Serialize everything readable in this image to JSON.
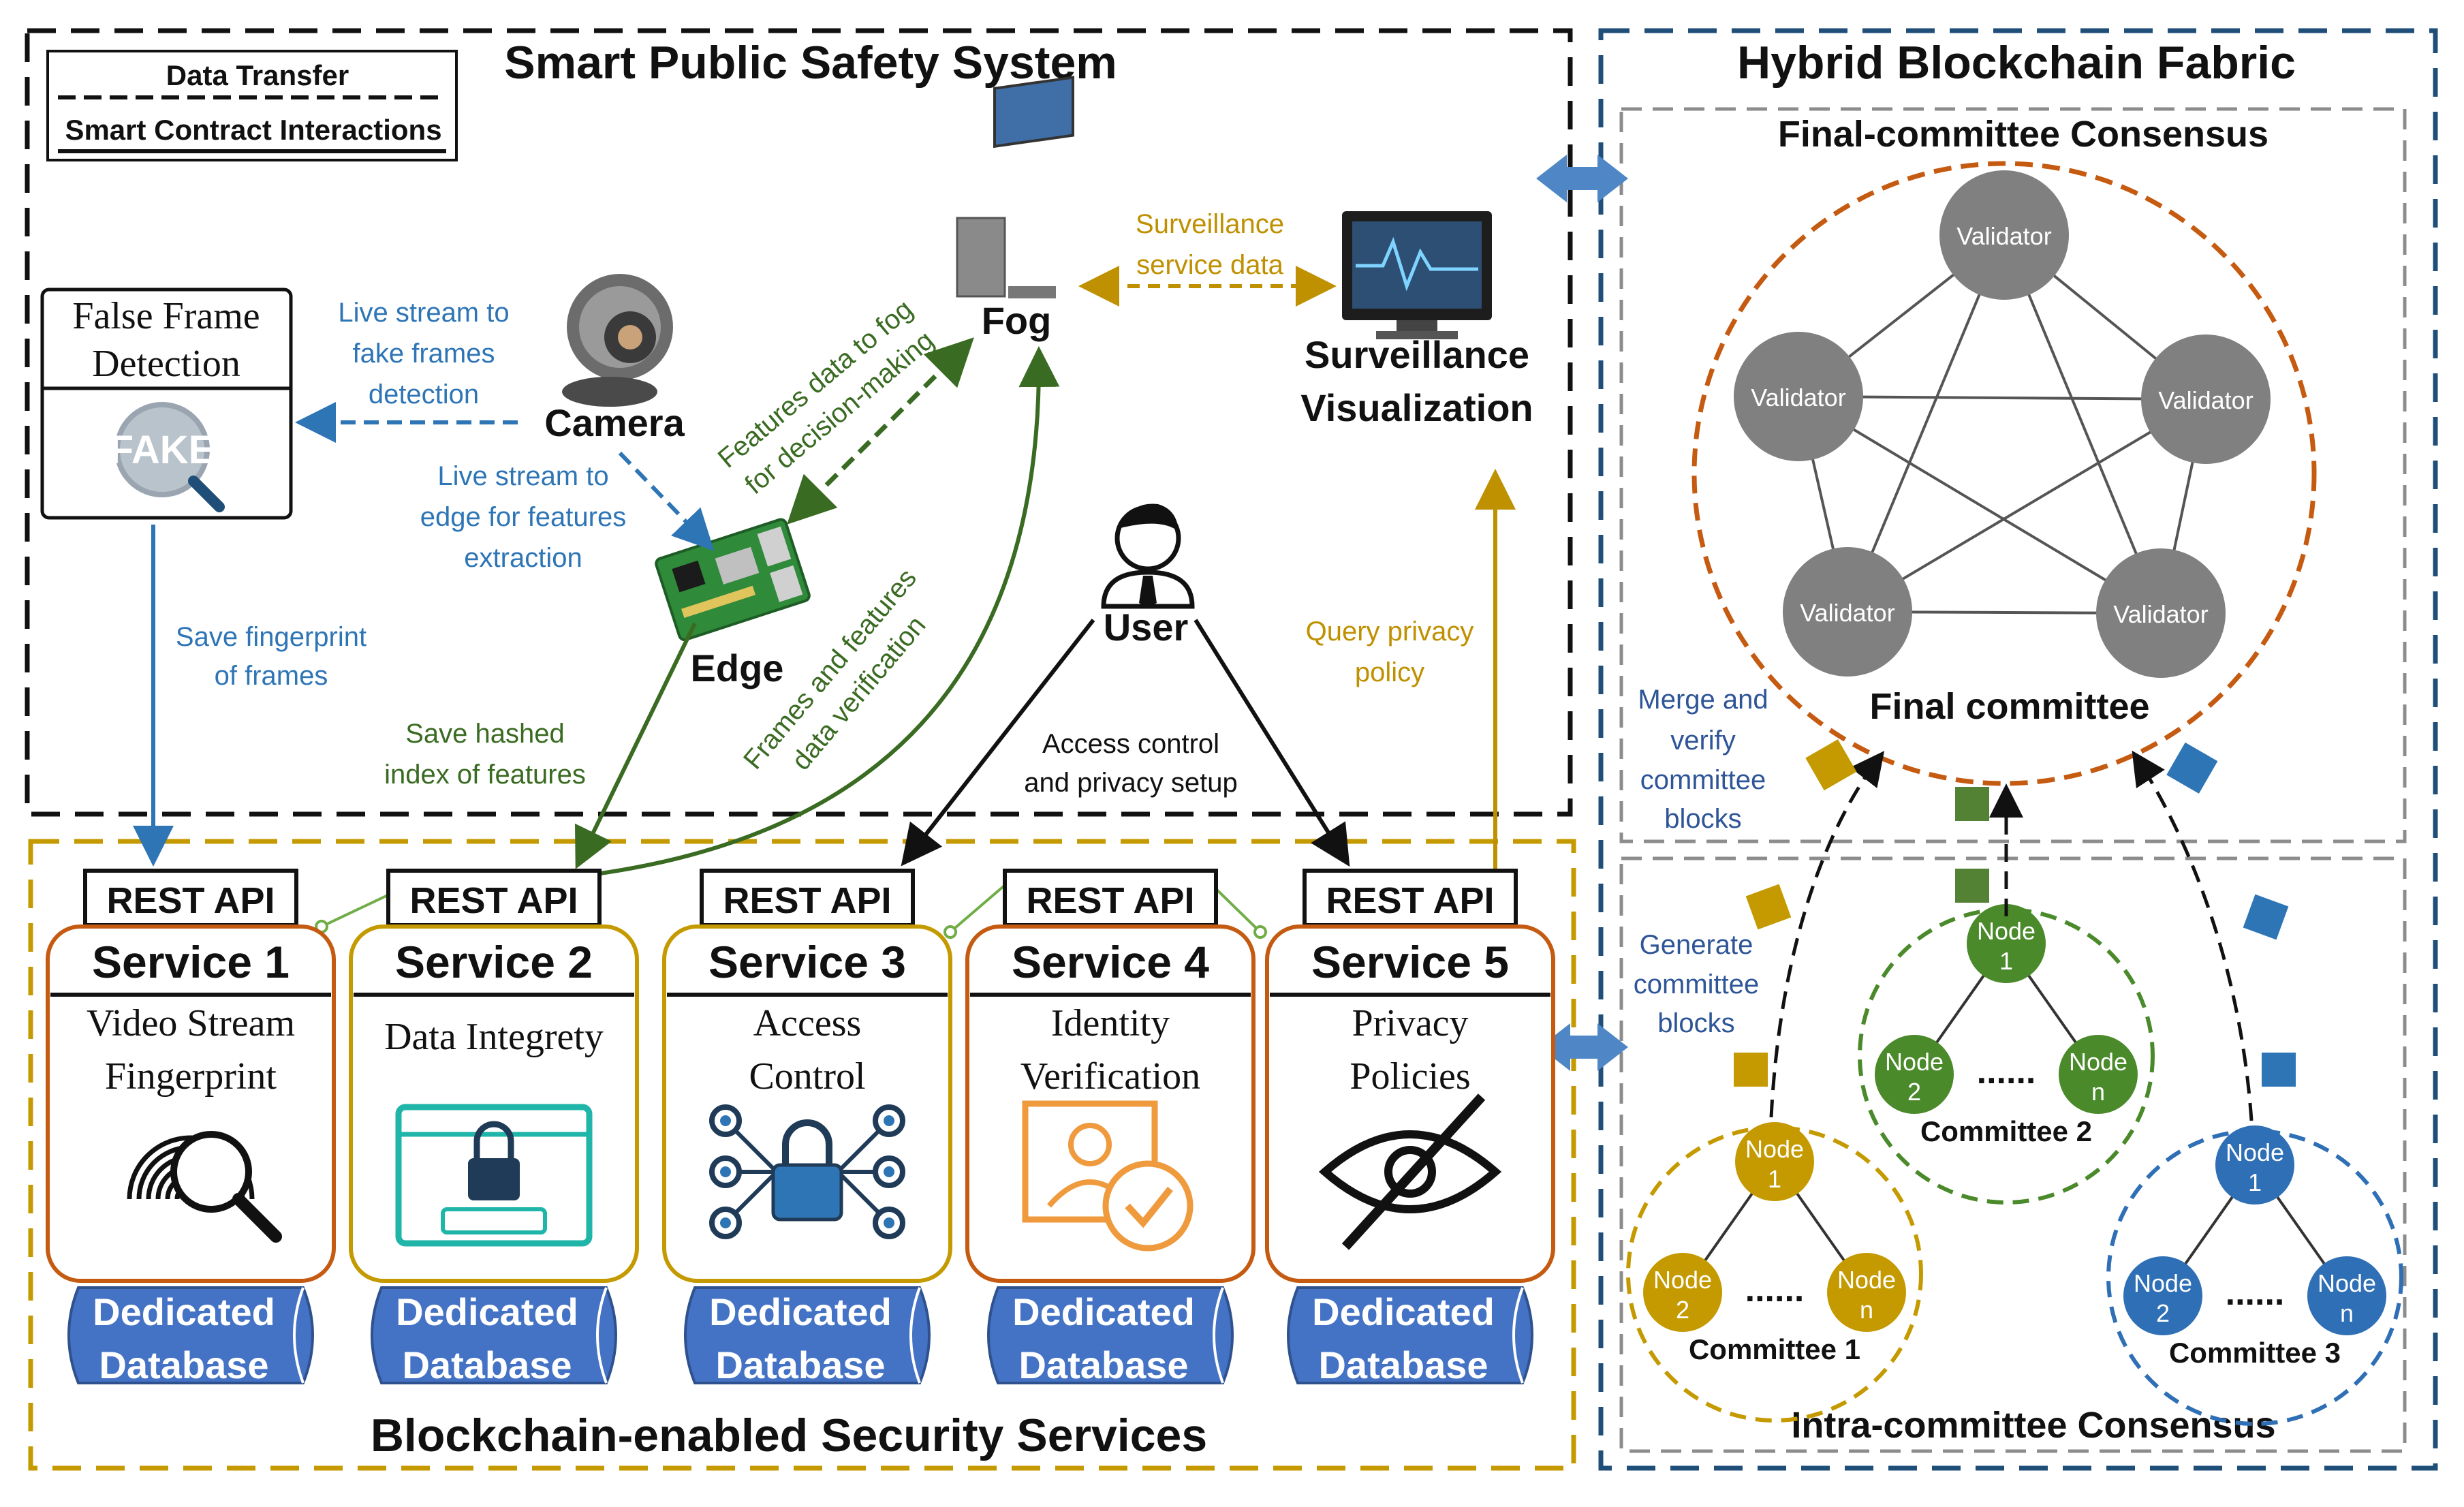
{
  "legend": {
    "data_transfer": "Data Transfer",
    "smart_contract": "Smart Contract Interactions"
  },
  "titles": {
    "smart_public_safety": "Smart Public Safety System",
    "hybrid_blockchain": "Hybrid Blockchain Fabric",
    "security_services": "Blockchain-enabled Security Services",
    "final_consensus": "Final-committee Consensus",
    "intra_consensus": "Intra-committee Consensus",
    "final_committee": "Final committee"
  },
  "devices": {
    "camera": "Camera",
    "fog": "Fog",
    "edge": "Edge",
    "user": "User",
    "visualization_line1": "Surveillance",
    "visualization_line2": "Visualization",
    "false_frame_line1": "False Frame",
    "false_frame_line2": "Detection",
    "fake_badge": "FAKE"
  },
  "flows": {
    "live_stream_fake": [
      "Live stream to",
      "fake frames",
      "detection"
    ],
    "live_stream_edge": [
      "Live stream to",
      "edge for features",
      "extraction"
    ],
    "save_fingerprint": [
      "Save fingerprint",
      "of frames"
    ],
    "save_hashed": [
      "Save hashed",
      "index of features"
    ],
    "features_fog": [
      "Features data to fog",
      "for decision-making"
    ],
    "frames_features": [
      "Frames and features",
      "data verification"
    ],
    "surveillance_data": [
      "Surveillance",
      "service data"
    ],
    "access_control_setup": [
      "Access control",
      "and privacy setup"
    ],
    "query_privacy": [
      "Query privacy",
      "policy"
    ],
    "merge_verify": [
      "Merge and",
      "verify",
      "committee",
      "blocks"
    ],
    "generate_blocks": [
      "Generate",
      "committee",
      "blocks"
    ]
  },
  "services": [
    {
      "api": "REST API",
      "title": "Service 1",
      "desc": [
        "Video Stream",
        "Fingerprint"
      ],
      "db": [
        "Dedicated",
        "Database"
      ],
      "icon": "fingerprint-icon"
    },
    {
      "api": "REST API",
      "title": "Service 2",
      "desc": [
        "Data Integrety"
      ],
      "db": [
        "Dedicated",
        "Database"
      ],
      "icon": "lock-window-icon"
    },
    {
      "api": "REST API",
      "title": "Service 3",
      "desc": [
        "Access",
        "Control"
      ],
      "db": [
        "Dedicated",
        "Database"
      ],
      "icon": "padlock-network-icon"
    },
    {
      "api": "REST API",
      "title": "Service 4",
      "desc": [
        "Identity",
        "Verification"
      ],
      "db": [
        "Dedicated",
        "Database"
      ],
      "icon": "id-check-icon"
    },
    {
      "api": "REST API",
      "title": "Service 5",
      "desc": [
        "Privacy",
        "Policies"
      ],
      "db": [
        "Dedicated",
        "Database"
      ],
      "icon": "eye-slash-icon"
    }
  ],
  "validators": [
    "Validator",
    "Validator",
    "Validator",
    "Validator",
    "Validator"
  ],
  "committees": [
    {
      "label": "Committee 1",
      "nodes": [
        [
          "Node",
          "1"
        ],
        [
          "Node",
          "2"
        ],
        [
          "Node",
          "n"
        ]
      ],
      "dots": "......",
      "color": "#c49a00"
    },
    {
      "label": "Committee 2",
      "nodes": [
        [
          "Node",
          "1"
        ],
        [
          "Node",
          "2"
        ],
        [
          "Node",
          "n"
        ]
      ],
      "dots": "......",
      "color": "#4a8a2a"
    },
    {
      "label": "Committee 3",
      "nodes": [
        [
          "Node",
          "1"
        ],
        [
          "Node",
          "2"
        ],
        [
          "Node",
          "n"
        ]
      ],
      "dots": "......",
      "color": "#2f6fb5"
    }
  ],
  "colors": {
    "blue_text": "#2e75b6",
    "green_text": "#3a6b22",
    "gold_text": "#bf9000",
    "orange_border": "#c55a11",
    "gold_border": "#c49a00",
    "navy_border": "#1f4e79",
    "validator": "#808080",
    "db_fill": "#4472c4",
    "block_gold": "#c49a00",
    "block_green": "#548235",
    "block_blue": "#2e75b6"
  }
}
